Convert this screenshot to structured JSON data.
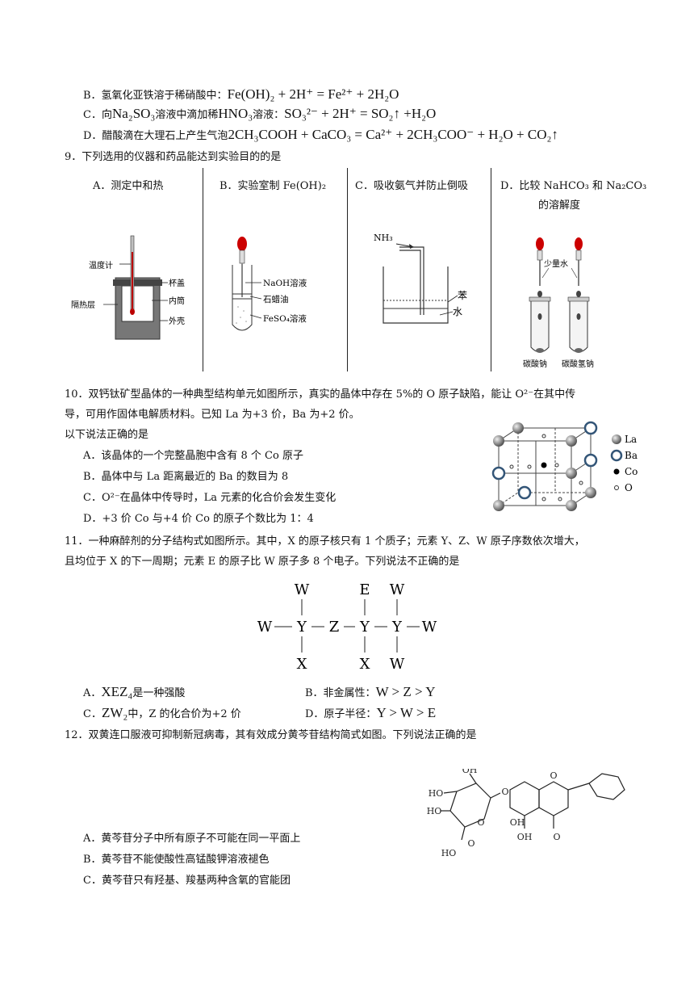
{
  "q8": {
    "B_label": "B．氢氧化亚铁溶于稀硝酸中：",
    "B_eq": "Fe(OH)₂ + 2H⁺ = Fe²⁺ + 2H₂O",
    "C_label_pre": "C．向",
    "C_na2so3": "Na₂SO₃",
    "C_label_mid": "溶液中滴加稀",
    "C_hno3": "HNO₃",
    "C_label_post": "溶液：",
    "C_eq": "SO₃²⁻ + 2H⁺ = SO₂↑ +H₂O",
    "D_label": "D．醋酸滴在大理石上产生气泡",
    "D_eq": "2CH₃COOH + CaCO₃ = Ca²⁺ + 2CH₃COO⁻ + H₂O + CO₂↑"
  },
  "q9": {
    "stem": "9．下列选用的仪器和药品能达到实验目的的是",
    "A": {
      "title": "A．测定中和热",
      "labels": [
        "温度计",
        "杯盖",
        "内筒",
        "隔热层",
        "外壳"
      ]
    },
    "B": {
      "title": "B．实验室制 Fe(OH)₂",
      "labels": [
        "NaOH溶液",
        "石蜡油",
        "FeSO₄溶液"
      ]
    },
    "C": {
      "title": "C．吸收氨气并防止倒吸",
      "labels": [
        "NH₃",
        "苯",
        "水"
      ]
    },
    "D": {
      "title_1": "D．比较 NaHCO₃ 和 Na₂CO₃",
      "title_2": "的溶解度",
      "labels": [
        "少量水",
        "碳酸钠",
        "碳酸氢钠"
      ]
    }
  },
  "q10": {
    "stem_1": "10．双钙钛矿型晶体的一种典型结构单元如图所示，真实的晶体中存在 5%的 O 原子缺陷，能让 O²⁻在其中传",
    "stem_2": "导，可用作固体电解质材料。已知 La 为+3 价，Ba 为+2 价。",
    "stem_3": "以下说法正确的是",
    "options": [
      "A．该晶体的一个完整晶胞中含有 8 个 Co 原子",
      "B．晶体中与 La 距离最近的 Ba 的数目为 8",
      "C．O²⁻在晶体中传导时，La 元素的化合价会发生变化",
      "D．+3 价 Co 与+4 价 Co 的原子个数比为 1：4"
    ],
    "legend": [
      "La",
      "Ba",
      "Co",
      "O"
    ]
  },
  "q11": {
    "stem_1": "11．一种麻醉剂的分子结构式如图所示。其中，X 的原子核只有 1 个质子；元素 Y、Z、W 原子序数依次增大，",
    "stem_2": "且均位于 X 的下一周期；元素 E 的原子比 W 原子多 8 个电子。下列说法不正确的是",
    "atoms": [
      "W",
      "W",
      "Y",
      "Z",
      "Y",
      "Y",
      "W",
      "X",
      "E",
      "X",
      "W",
      "W"
    ],
    "A_pre": "A．",
    "A_formula": "XEZ₄",
    "A_post": "是一种强酸",
    "B_pre": "B．非金属性：",
    "B_formula": "W > Z > Y",
    "C_pre": "C．",
    "C_formula": "ZW₂",
    "C_post": "中，Z 的化合价为+2 价",
    "D_pre": "D．原子半径：",
    "D_formula": "Y > W > E"
  },
  "q12": {
    "stem": "12．双黄连口服液可抑制新冠病毒，其有效成分黄芩苷结构简式如图。下列说法正确的是",
    "options": [
      "A．黄芩苷分子中所有原子不可能在同一平面上",
      "B．黄芩苷不能使酸性高锰酸钾溶液褪色",
      "C．黄芩苷只有羟基、羧基两种含氧的官能团"
    ],
    "structure_labels": [
      "OH",
      "HO",
      "O",
      "O",
      "HO",
      "OH",
      "O",
      "HO",
      "O",
      "OH",
      "O"
    ]
  }
}
